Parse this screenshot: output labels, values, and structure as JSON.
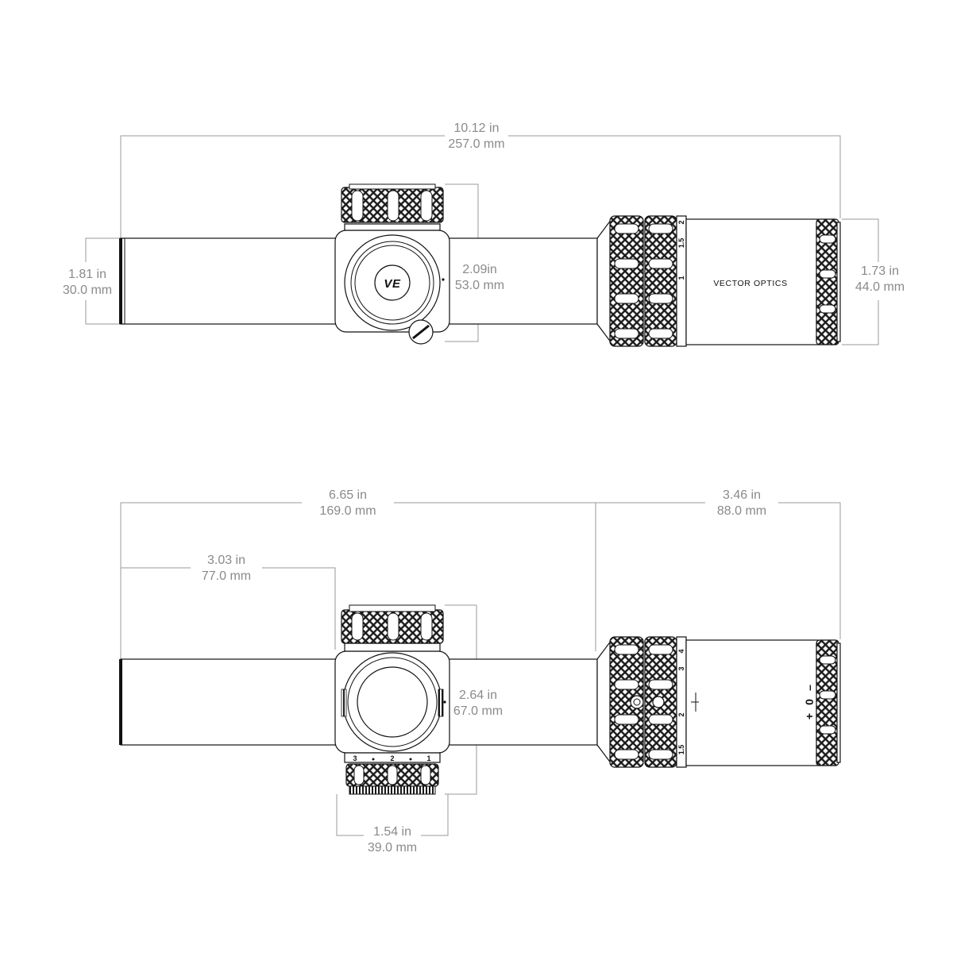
{
  "brand": {
    "logo_text": "VECTOR OPTICS",
    "turret_logo": "VE"
  },
  "top_view": {
    "overall_length": {
      "in": "10.12 in",
      "mm": "257.0 mm"
    },
    "tube_diameter": {
      "in": "1.81 in",
      "mm": "30.0 mm"
    },
    "turret_height": {
      "in": "2.09in",
      "mm": "53.0 mm"
    },
    "eyepiece_diameter": {
      "in": "1.73 in",
      "mm": "44.0 mm"
    },
    "mag_scale": [
      "1.5",
      "1",
      "2"
    ]
  },
  "side_view": {
    "objective_to_ring": {
      "in": "6.65 in",
      "mm": "169.0 mm"
    },
    "eyepiece_length": {
      "in": "3.46 in",
      "mm": "88.0 mm"
    },
    "objective_to_turret": {
      "in": "3.03 in",
      "mm": "77.0 mm"
    },
    "turret_height": {
      "in": "2.64 in",
      "mm": "67.0 mm"
    },
    "turret_width": {
      "in": "1.54 in",
      "mm": "39.0 mm"
    },
    "mag_scale": [
      "4",
      "3",
      "2",
      "1.5"
    ],
    "diopter_marks": [
      "+",
      "0",
      "–"
    ],
    "illum_scale": [
      "3",
      "2",
      "1"
    ]
  },
  "colors": {
    "dimension": "#8a8a8a",
    "outline": "#111111",
    "knurl": "#1a1a1a"
  }
}
